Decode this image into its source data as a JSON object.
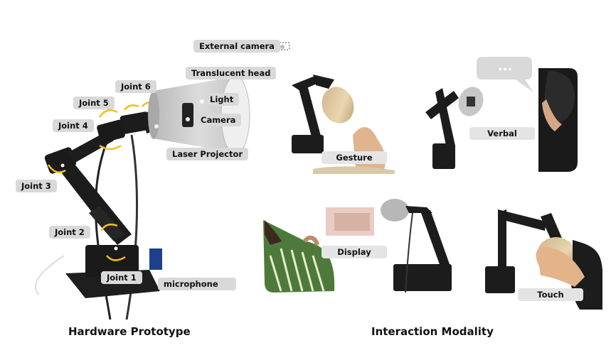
{
  "hardware": {
    "labels": {
      "external_camera": "External camera",
      "translucent_head": "Translucent head",
      "light": "Light",
      "camera": "Camera",
      "laser_projector": "Laser Projector",
      "joint6": "Joint 6",
      "joint5": "Joint 5",
      "joint4": "Joint 4",
      "joint3": "Joint 3",
      "joint2": "Joint 2",
      "joint1": "Joint 1",
      "microphone": "microphone"
    },
    "caption": "Hardware Prototype"
  },
  "interaction": {
    "modalities": {
      "gesture": "Gesture",
      "verbal": "Verbal",
      "display": "Display",
      "touch": "Touch"
    },
    "speech_bubble": "...",
    "caption": "Interaction Modality"
  },
  "colors": {
    "label_bg": "#d9d9d9",
    "arrow_yellow": "#f2c21b",
    "robot_black": "#1c1c1c",
    "shade_gray": "#c9c9c9",
    "shade_warm": "#d8c19a"
  }
}
